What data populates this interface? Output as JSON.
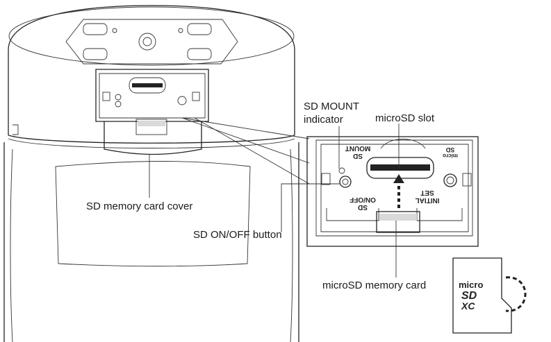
{
  "labels": {
    "sd_mount_indicator_line1": "SD MOUNT",
    "sd_mount_indicator_line2": "indicator",
    "microsd_slot": "microSD slot",
    "sd_memory_card_cover": "SD memory card cover",
    "sd_onoff_button": "SD ON/OFF button",
    "microsd_memory_card": "microSD memory card"
  },
  "panel_marks": {
    "sd_mount": [
      "SD",
      "MOUNT"
    ],
    "sd_onoff": [
      "SD",
      "ON/OFF"
    ],
    "initial_set": [
      "INITIAL",
      "SET"
    ]
  },
  "card_logo": {
    "line1": "micro",
    "line2": "SD",
    "line3": "XC"
  },
  "icons": [
    "camera-body",
    "microsd-card",
    "dashed-arrow",
    "leader-line"
  ],
  "colors": {
    "stroke": "#222222",
    "background": "#ffffff",
    "shade": "#d9d9d9"
  }
}
